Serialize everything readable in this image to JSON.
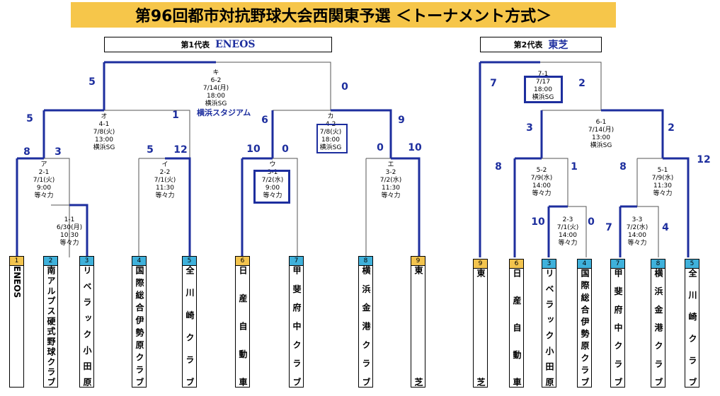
{
  "title": "第96回都市対抗野球大会西関東予選 ＜トーナメント方式＞",
  "representatives": [
    {
      "label": "第1代表",
      "team": "ENEOS"
    },
    {
      "label": "第2代表",
      "team": "東芝"
    }
  ],
  "venue_label": "横浜スタジアム",
  "games": [
    {
      "mark": "キ",
      "id": "6-2",
      "date": "7/14(月)",
      "time": "18:00",
      "venue": "横浜SG"
    },
    {
      "mark": "オ",
      "id": "4-1",
      "date": "7/8(火)",
      "time": "13:00",
      "venue": "横浜SG"
    },
    {
      "mark": "カ",
      "id": "4-2",
      "date": "7/8(火)",
      "time": "18:00",
      "venue": "横浜SG"
    },
    {
      "mark": "ア",
      "id": "2-1",
      "date": "7/1(火)",
      "time": "9:00",
      "venue": "等々力"
    },
    {
      "mark": "イ",
      "id": "2-2",
      "date": "7/1(火)",
      "time": "11:30",
      "venue": "等々力"
    },
    {
      "mark": "ウ",
      "id": "3-1",
      "date": "7/2(水)",
      "time": "9:00",
      "venue": "等々力"
    },
    {
      "mark": "エ",
      "id": "3-2",
      "date": "7/2(水)",
      "time": "11:30",
      "venue": "等々力"
    },
    {
      "mark": "",
      "id": "1-1",
      "date": "6/30(月)",
      "time": "10:30",
      "venue": "等々力"
    },
    {
      "mark": "",
      "id": "7-1",
      "date": "7/17",
      "time": "18:00",
      "venue": "横浜SG"
    },
    {
      "mark": "",
      "id": "6-1",
      "date": "7/14(月)",
      "time": "13:00",
      "venue": "横浜SG"
    },
    {
      "mark": "",
      "id": "5-2",
      "date": "7/9(水)",
      "time": "14:00",
      "venue": "等々力"
    },
    {
      "mark": "",
      "id": "5-1",
      "date": "7/9(水)",
      "time": "11:30",
      "venue": "等々力"
    },
    {
      "mark": "",
      "id": "2-3",
      "date": "7/1(火)",
      "time": "14:00",
      "venue": "等々力"
    },
    {
      "mark": "",
      "id": "3-3",
      "date": "7/2(水)",
      "time": "14:00",
      "venue": "等々力"
    }
  ],
  "scores": [
    "5",
    "0",
    "5",
    "1",
    "6",
    "9",
    "8",
    "3",
    "5",
    "12",
    "10",
    "0",
    "0",
    "10",
    "7",
    "2",
    "3",
    "2",
    "8",
    "1",
    "8",
    "12",
    "10",
    "0",
    "7",
    "4"
  ],
  "teams": [
    {
      "seed": "1",
      "name": "ENEOS",
      "color": "#f3c44e"
    },
    {
      "seed": "2",
      "name": "南アルプス硬式野球クラブ",
      "color": "#3fb1db"
    },
    {
      "seed": "3",
      "name": "リベラック小田原",
      "color": "#3fb1db"
    },
    {
      "seed": "4",
      "name": "国際総合伊勢原クラブ",
      "color": "#3fb1db"
    },
    {
      "seed": "5",
      "name": "全川崎クラブ",
      "color": "#3fb1db"
    },
    {
      "seed": "6",
      "name": "日産自動車",
      "color": "#f3c44e"
    },
    {
      "seed": "7",
      "name": "甲斐府中クラブ",
      "color": "#3fb1db"
    },
    {
      "seed": "8",
      "name": "横浜金港クラブ",
      "color": "#3fb1db"
    },
    {
      "seed": "9",
      "name": "東芝",
      "color": "#f3c44e"
    },
    {
      "seed": "9",
      "name": "東芝",
      "color": "#f3c44e"
    },
    {
      "seed": "6",
      "name": "日産自動車",
      "color": "#f3c44e"
    },
    {
      "seed": "3",
      "name": "リベラック小田原",
      "color": "#3fb1db"
    },
    {
      "seed": "4",
      "name": "国際総合伊勢原クラブ",
      "color": "#3fb1db"
    },
    {
      "seed": "7",
      "name": "甲斐府中クラブ",
      "color": "#3fb1db"
    },
    {
      "seed": "8",
      "name": "横浜金港クラブ",
      "color": "#3fb1db"
    },
    {
      "seed": "5",
      "name": "全川崎クラブ",
      "color": "#3fb1db"
    }
  ],
  "colors": {
    "win_line": "#1d2e9e",
    "seeded": "#f3c44e",
    "regular": "#3fb1db"
  }
}
